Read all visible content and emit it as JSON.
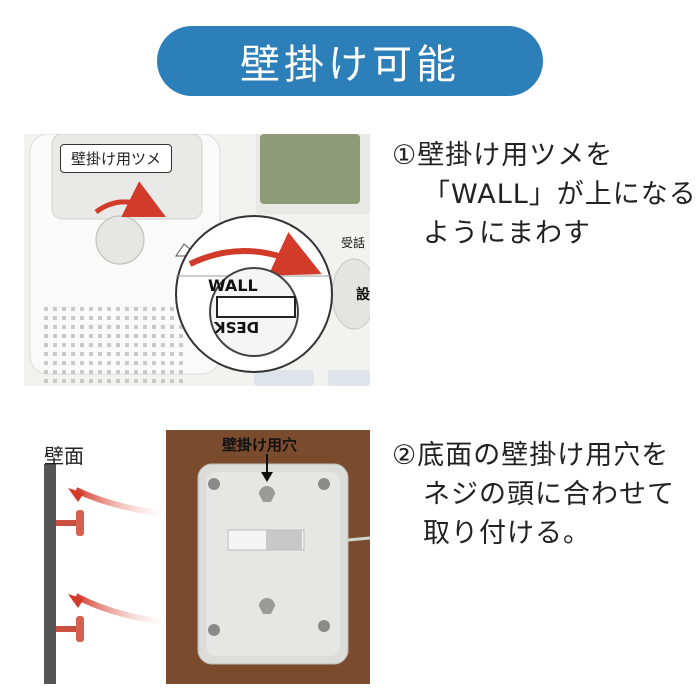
{
  "header": {
    "title": "壁掛け可能"
  },
  "step1": {
    "lines": [
      "①壁掛け用ツメを",
      "「WALL」が上になる",
      "ようにまわす"
    ],
    "photo_label": "壁掛け用ツメ",
    "knob_top": "WALL",
    "knob_bottom": "DESK",
    "button_label": "受話",
    "button_char": "設"
  },
  "step2": {
    "lines": [
      "②底面の壁掛け用穴を",
      "ネジの頭に合わせて",
      "取り付ける。"
    ],
    "wall_label": "壁面",
    "hole_label": "壁掛け用穴"
  },
  "colors": {
    "title_bg": "#2c7fb8",
    "arrow": "#d23a2a"
  }
}
